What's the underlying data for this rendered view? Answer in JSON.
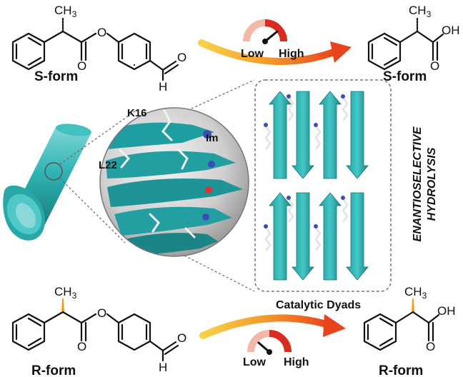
{
  "top": {
    "substrate_label": "S-form",
    "product_label": "S-form",
    "methyl": "CH",
    "methyl_sub": "3",
    "ester_o": "O",
    "carbonyl_o": "O",
    "aldehyde_o": "O",
    "aldehyde_h": "H",
    "acid_oh": "OH",
    "acid_o": "O",
    "gauge_low": "Low",
    "gauge_high": "High"
  },
  "bottom": {
    "substrate_label": "R-form",
    "product_label": "R-form",
    "methyl": "CH",
    "methyl_sub": "3",
    "ester_o": "O",
    "carbonyl_o": "O",
    "aldehyde_o": "O",
    "aldehyde_h": "H",
    "acid_oh": "OH",
    "acid_o": "O",
    "gauge_low": "Low",
    "gauge_high": "High"
  },
  "center": {
    "residue_k16": "K16",
    "residue_im": "Im",
    "residue_l22": "L22",
    "panel_caption": "Catalytic Dyads",
    "side_title_line1": "ENANTIOSELECTIVE",
    "side_title_line2": "HYDROLYSIS"
  },
  "colors": {
    "teal": "#2fb3b3",
    "teal_dark": "#1f8f92",
    "arrow_start": "#f7c43a",
    "arrow_end": "#e8431c",
    "gauge_red": "#d92b1f"
  }
}
